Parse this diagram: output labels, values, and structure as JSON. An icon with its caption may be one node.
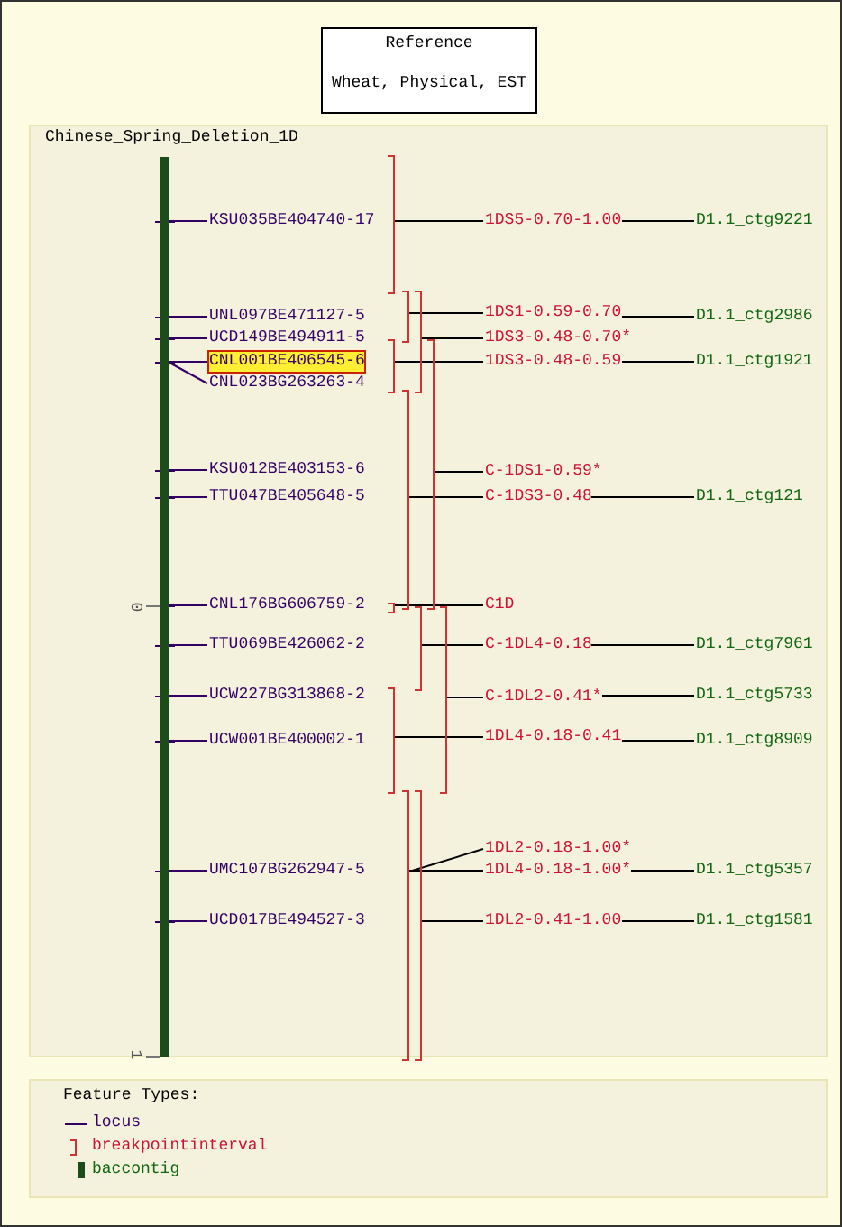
{
  "diagram": {
    "nodes": [
      {
        "text": [
          "Reference",
          "Wheat, Physical, EST"
        ]
      },
      {
        "text": [],
        "shape": "bar"
      },
      {
        "text": [
          "KSU035BE404740-17"
        ]
      },
      {
        "text": [
          "UNL097BE471127-5"
        ]
      },
      {
        "text": [
          "UCD149BE494911-5"
        ]
      },
      {
        "text": [
          "CNL001BE406545-6"
        ]
      },
      {
        "text": [
          "CNL023BG263263-4"
        ]
      },
      {
        "text": [
          "KSU012BE403153-6"
        ]
      },
      {
        "text": [
          "TTU047BE405648-5"
        ]
      },
      {
        "text": [
          "CNL176BG606759-2"
        ]
      },
      {
        "text": [
          "TTU069BE426062-2"
        ]
      },
      {
        "text": [
          "UCW227BG313868-2"
        ]
      },
      {
        "text": [
          "UCW001BE400002-1"
        ]
      },
      {
        "text": [
          "UMC107BG262947-5"
        ]
      },
      {
        "text": [
          "UCD017BE494527-3"
        ]
      },
      {
        "text": [],
        "shape": "bracket"
      },
      {
        "text": [],
        "shape": "bracket"
      },
      {
        "text": [],
        "shape": "bracket"
      },
      {
        "text": [],
        "shape": "bracket"
      },
      {
        "text": [],
        "shape": "bracket"
      },
      {
        "text": [],
        "shape": "bracket"
      },
      {
        "text": [],
        "shape": "bracket"
      },
      {
        "text": [],
        "shape": "bracket"
      },
      {
        "text": [],
        "shape": "bracket"
      },
      {
        "text": [],
        "shape": "bracket"
      },
      {
        "text": [],
        "shape": "bracket"
      },
      {
        "text": [],
        "shape": "bracket"
      },
      {
        "text": [
          "1DS5-0.70-1.00"
        ]
      },
      {
        "text": [
          "1DS1-0.59-0.70"
        ]
      },
      {
        "text": [
          "1DS3-0.48-0.70*"
        ]
      },
      {
        "text": [
          "1DS3-0.48-0.59"
        ]
      },
      {
        "text": [
          "C-1DS1-0.59*"
        ]
      },
      {
        "text": [
          "C-1DS3-0.48"
        ]
      },
      {
        "text": [
          "C1D"
        ]
      },
      {
        "text": [
          "C-1DL4-0.18"
        ]
      },
      {
        "text": [
          "C-1DL2-0.41*"
        ]
      },
      {
        "text": [
          "1DL4-0.18-0.41"
        ]
      },
      {
        "text": [
          "1DL2-0.18-1.00*"
        ]
      },
      {
        "text": [
          "1DL4-0.18-1.00*"
        ]
      },
      {
        "text": [
          "1DL2-0.41-1.00"
        ]
      },
      {
        "text": [
          "D1.1_ctg9221"
        ]
      },
      {
        "text": [
          "D1.1_ctg2986"
        ]
      },
      {
        "text": [
          "D1.1_ctg1921"
        ]
      },
      {
        "text": [
          "D1.1_ctg121"
        ]
      },
      {
        "text": [
          "D1.1_ctg7961"
        ]
      },
      {
        "text": [
          "D1.1_ctg5733"
        ]
      },
      {
        "text": [
          "D1.1_ctg8909"
        ]
      },
      {
        "text": [
          "D1.1_ctg5357"
        ]
      },
      {
        "text": [
          "D1.1_ctg1581"
        ]
      }
    ],
    "edges": [
      {
        "from": 1,
        "to": 2,
        "arrow": "none",
        "color": "#330066"
      },
      {
        "from": 1,
        "to": 3,
        "arrow": "none",
        "color": "#330066"
      },
      {
        "from": 1,
        "to": 4,
        "arrow": "none",
        "color": "#330066"
      },
      {
        "from": 1,
        "to": 5,
        "arrow": "none",
        "color": "#330066"
      },
      {
        "from": 1,
        "to": 6,
        "arrow": "none",
        "color": "#330066"
      },
      {
        "from": 1,
        "to": 7,
        "arrow": "none",
        "color": "#330066"
      },
      {
        "from": 1,
        "to": 8,
        "arrow": "none",
        "color": "#330066"
      },
      {
        "from": 1,
        "to": 9,
        "arrow": "none",
        "color": "#330066"
      },
      {
        "from": 1,
        "to": 10,
        "arrow": "none",
        "color": "#330066"
      },
      {
        "from": 1,
        "to": 11,
        "arrow": "none",
        "color": "#330066"
      },
      {
        "from": 1,
        "to": 12,
        "arrow": "none",
        "color": "#330066"
      },
      {
        "from": 1,
        "to": 13,
        "arrow": "none",
        "color": "#330066"
      },
      {
        "from": 1,
        "to": 14,
        "arrow": "none",
        "color": "#330066"
      },
      {
        "from": 15,
        "to": 27,
        "arrow": "none"
      },
      {
        "from": 16,
        "to": 28,
        "arrow": "none"
      },
      {
        "from": 17,
        "to": 29,
        "arrow": "none"
      },
      {
        "from": 18,
        "to": 30,
        "arrow": "none"
      },
      {
        "from": 19,
        "to": 31,
        "arrow": "none"
      },
      {
        "from": 20,
        "to": 32,
        "arrow": "none"
      },
      {
        "from": 21,
        "to": 33,
        "arrow": "none"
      },
      {
        "from": 22,
        "to": 34,
        "arrow": "none"
      },
      {
        "from": 23,
        "to": 35,
        "arrow": "none"
      },
      {
        "from": 24,
        "to": 36,
        "arrow": "none"
      },
      {
        "from": 25,
        "to": 37,
        "arrow": "none"
      },
      {
        "from": 25,
        "to": 38,
        "arrow": "none"
      },
      {
        "from": 26,
        "to": 39,
        "arrow": "none"
      },
      {
        "from": 27,
        "to": 40,
        "arrow": "none"
      },
      {
        "from": 28,
        "to": 41,
        "arrow": "none"
      },
      {
        "from": 30,
        "to": 42,
        "arrow": "none"
      },
      {
        "from": 32,
        "to": 43,
        "arrow": "none"
      },
      {
        "from": 34,
        "to": 44,
        "arrow": "none"
      },
      {
        "from": 35,
        "to": 45,
        "arrow": "none"
      },
      {
        "from": 36,
        "to": 46,
        "arrow": "none"
      },
      {
        "from": 38,
        "to": 47,
        "arrow": "none"
      },
      {
        "from": 39,
        "to": 48,
        "arrow": "none"
      }
    ],
    "labels": [
      "Chinese_Spring_Deletion_1D",
      "0",
      "1",
      "Feature Types:"
    ],
    "legend": [
      {
        "text": "locus"
      },
      {
        "text": "breakpointinterval"
      },
      {
        "text": "baccontig",
        "color": "#1a4d1a"
      }
    ]
  }
}
